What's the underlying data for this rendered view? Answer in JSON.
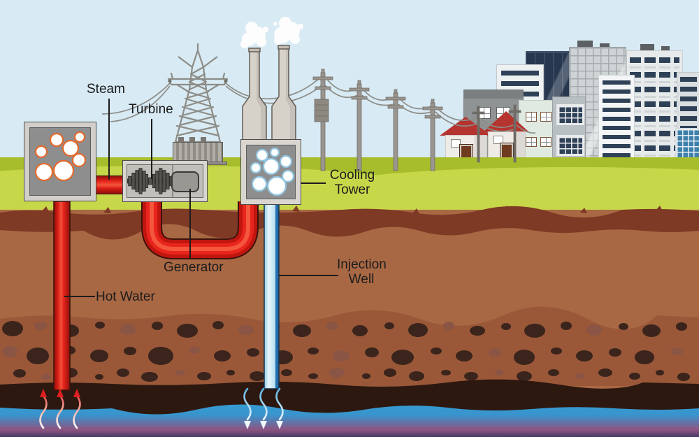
{
  "labels": {
    "steam": "Steam",
    "turbine": "Turbine",
    "generator": "Generator",
    "hot_water": "Hot Water",
    "cooling_tower": "Cooling\nTower",
    "injection_well": "Injection\nWell"
  },
  "colors": {
    "sky": "#d8eaf4",
    "grass_light": "#c7d74a",
    "grass_dark": "#a8bd2b",
    "soil": "#a96844",
    "soil_dark_band": "#7e3a25",
    "rock_background": "#9a5839",
    "stone_dark": "#3a241c",
    "stone_light": "#8a5544",
    "deep_layer": "#2d1810",
    "water_top": "#2fa8de",
    "water_deep": "#8e5380",
    "pipe_hot_red": "#e8251c",
    "pipe_cold_light": "#c4e5f3",
    "pipe_cold_dark": "#2a7ab8",
    "box_frame_gray": "#d2cfca",
    "box_panel_gray": "#8e8e8e",
    "steam_puff_outline_hot": "#e2692c",
    "steam_puff_outline_cold": "#90c4e0",
    "label_text": "#1c1c1c"
  }
}
